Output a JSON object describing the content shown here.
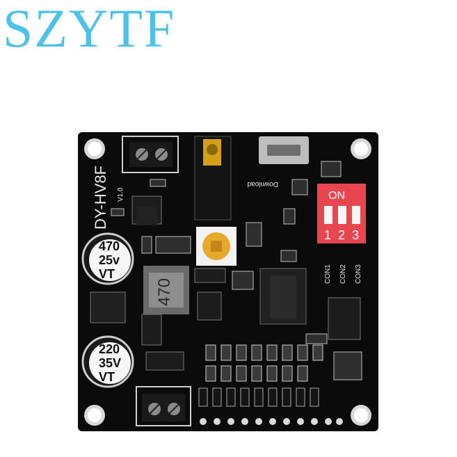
{
  "brand": {
    "logo_text": "SZYTF",
    "color": "#4fc1e9"
  },
  "board": {
    "model": "DY-HV8F",
    "version": "V1.0",
    "download_label": "Download",
    "pcb_color": "#0b0b0b",
    "inductor_marking": "470",
    "capacitors": [
      {
        "value": "470",
        "voltage": "25v",
        "brand": "VT"
      },
      {
        "value": "220",
        "voltage": "35V",
        "brand": "VT"
      }
    ],
    "dip_switch": {
      "color": "#e8464f",
      "on_label": "ON",
      "positions": [
        "1",
        "2",
        "3"
      ]
    },
    "con_labels": [
      "CON1",
      "CON2",
      "CON3"
    ]
  }
}
